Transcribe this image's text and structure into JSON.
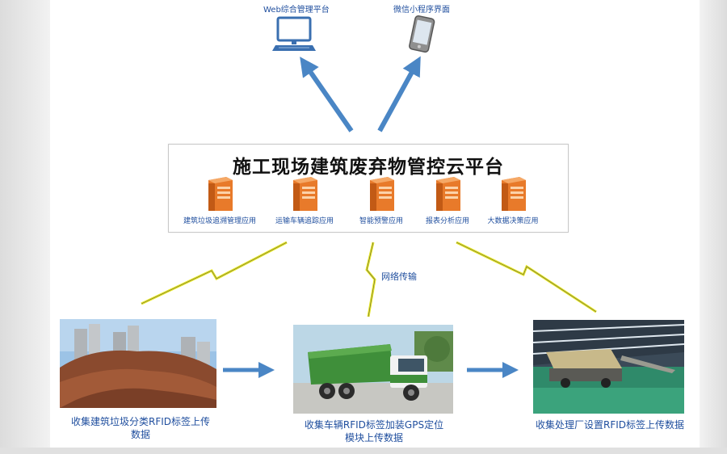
{
  "top": {
    "web_label": "Web综合管理平台",
    "wechat_label": "微信小程序界面"
  },
  "platform": {
    "title": "施工现场建筑废弃物管控云平台",
    "modules": [
      {
        "label": "建筑垃圾追溯管理应用",
        "icon": "server-icon"
      },
      {
        "label": "运输车辆追踪应用",
        "icon": "server-icon"
      },
      {
        "label": "智能预警应用",
        "icon": "server-icon"
      },
      {
        "label": "报表分析应用",
        "icon": "server-icon"
      },
      {
        "label": "大数据决策应用",
        "icon": "server-icon"
      }
    ]
  },
  "network_label": "网络传输",
  "stages": [
    {
      "caption_line1": "收集建筑垃圾分类RFID标签上传",
      "caption_line2": "数据",
      "image": "construction-waste-pile"
    },
    {
      "caption_line1": "收集车辆RFID标签加装GPS定位",
      "caption_line2": "模块上传数据",
      "image": "dump-truck"
    },
    {
      "caption_line1": "收集处理厂设置RFID标签上传数据",
      "caption_line2": "",
      "image": "processing-plant"
    }
  ],
  "colors": {
    "arrow_blue": "#4a86c5",
    "text_blue": "#1f4e9e",
    "lightning_yellow": "#e8e820",
    "server_orange": "#e87a2a"
  }
}
